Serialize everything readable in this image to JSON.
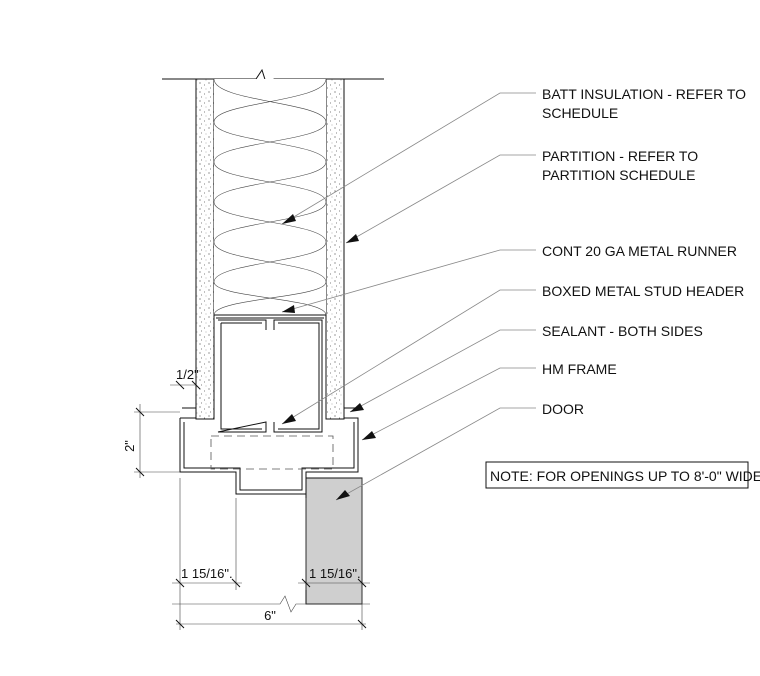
{
  "callouts": {
    "batt_1": "BATT INSULATION - REFER TO",
    "batt_2": "SCHEDULE",
    "partition_1": "PARTITION - REFER TO",
    "partition_2": "PARTITION SCHEDULE",
    "runner": "CONT 20 GA METAL RUNNER",
    "header": "BOXED METAL STUD HEADER",
    "sealant": "SEALANT - BOTH SIDES",
    "frame": "HM FRAME",
    "door": "DOOR"
  },
  "note": "NOTE: FOR OPENINGS UP TO 8'-0\" WIDE",
  "dimensions": {
    "half_inch": "1/2\"",
    "two_inch": "2\"",
    "left_rabbet": "1 15/16\".",
    "right_rabbet": "1 15/16\".",
    "overall": "6\""
  },
  "colors": {
    "line": "#111111",
    "door_fill": "#cfcfcf",
    "leader": "#888888"
  }
}
